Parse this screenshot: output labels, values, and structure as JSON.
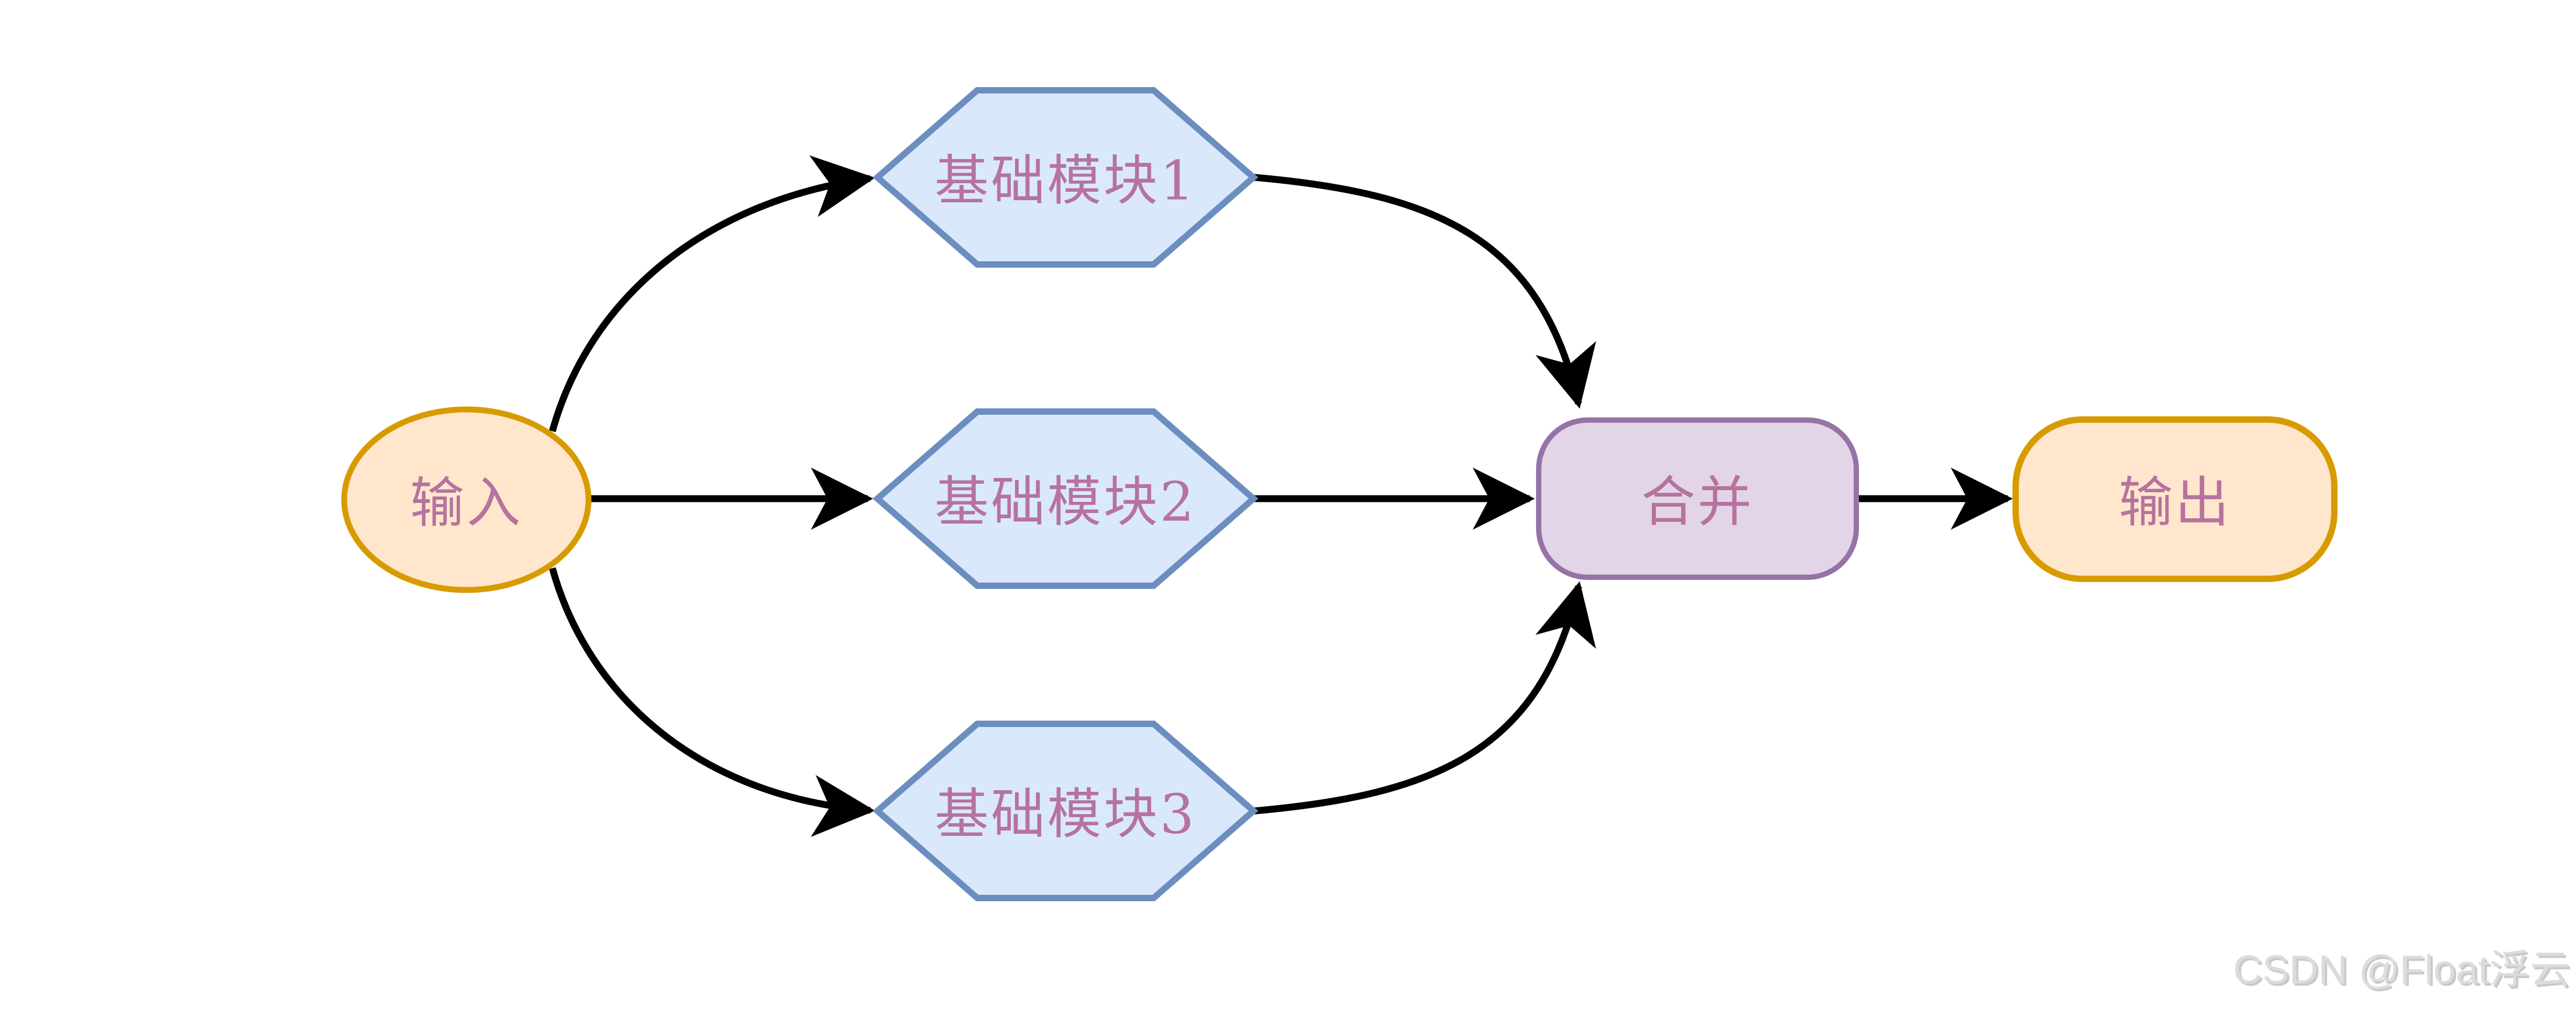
{
  "diagram": {
    "edge_color": "#000000",
    "label_color": "#B5739D",
    "nodes": [
      {
        "id": "input",
        "label": "输入",
        "shape": "ellipse",
        "fill": "#FFE6CC",
        "stroke": "#D79B00"
      },
      {
        "id": "module1",
        "label": "基础模块1",
        "shape": "hexagon",
        "fill": "#DAE8FC",
        "stroke": "#6C8EBF"
      },
      {
        "id": "module2",
        "label": "基础模块2",
        "shape": "hexagon",
        "fill": "#DAE8FC",
        "stroke": "#6C8EBF"
      },
      {
        "id": "module3",
        "label": "基础模块3",
        "shape": "hexagon",
        "fill": "#DAE8FC",
        "stroke": "#6C8EBF"
      },
      {
        "id": "merge",
        "label": "合并",
        "shape": "rounded-rectangle",
        "fill": "#E1D5E7",
        "stroke": "#9673A6"
      },
      {
        "id": "output",
        "label": "输出",
        "shape": "rounded-rectangle",
        "fill": "#FFE6CC",
        "stroke": "#D79B00"
      }
    ],
    "edges": [
      {
        "from": "input",
        "to": "module1"
      },
      {
        "from": "input",
        "to": "module2"
      },
      {
        "from": "input",
        "to": "module3"
      },
      {
        "from": "module1",
        "to": "merge"
      },
      {
        "from": "module2",
        "to": "merge"
      },
      {
        "from": "module3",
        "to": "merge"
      },
      {
        "from": "merge",
        "to": "output"
      }
    ]
  },
  "watermark": {
    "text": "CSDN @Float浮云",
    "color": "#DCDCDC",
    "shadow_color": "#C9C9C9"
  }
}
